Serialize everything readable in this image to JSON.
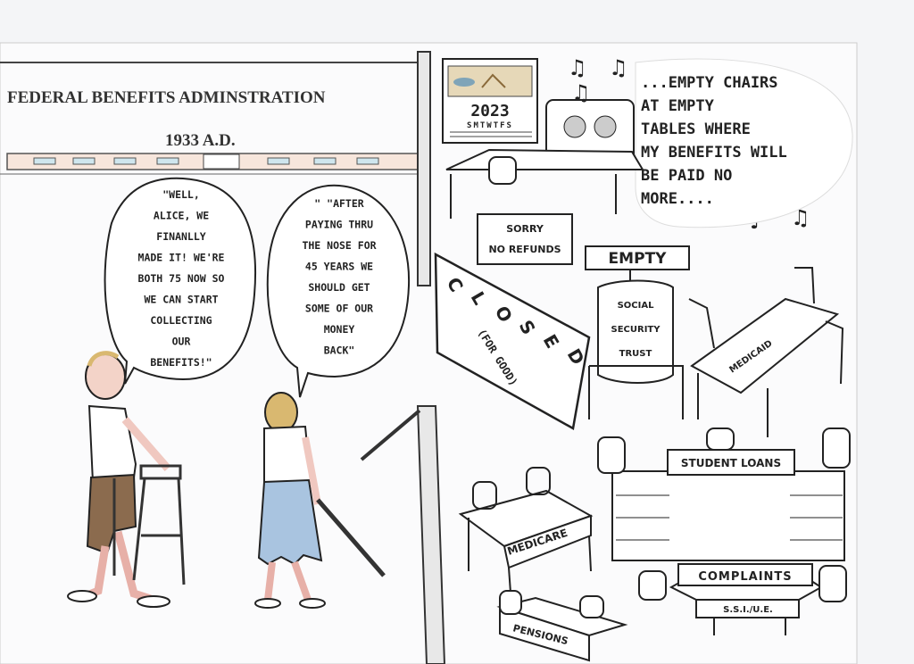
{
  "left_panel": {
    "title": "FEDERAL BENEFITS ADMINSTRATION",
    "year": "1933 A.D.",
    "man_bubble": [
      "\"WELL,",
      "ALICE, WE",
      "FINANLLY",
      "MADE IT! WE'RE",
      "BOTH 75 NOW SO",
      "WE CAN START",
      "COLLECTING",
      "OUR",
      "BENEFITS!\""
    ],
    "woman_bubble": [
      "\" \"AFTER",
      "PAYING THRU",
      "THE NOSE FOR",
      "45 YEARS WE",
      "SHOULD GET",
      "SOME OF OUR",
      "MONEY",
      "BACK\""
    ]
  },
  "right_panel": {
    "calendar_year": "2023",
    "calendar_days": "SMTWTFS",
    "radio_bubble": [
      "...EMPTY CHAIRS",
      "AT EMPTY",
      "TABLES WHERE",
      "MY BENEFITS WILL",
      "BE PAID NO",
      "MORE...."
    ],
    "signs": {
      "no_refunds": [
        "SORRY",
        "NO REFUNDS"
      ],
      "empty": "EMPTY",
      "closed": [
        "C",
        "L",
        "O",
        "S",
        "E",
        "D"
      ],
      "for_good": "(FOR GOOD)",
      "trust": [
        "SOCIAL",
        "SECURITY",
        "TRUST"
      ],
      "medicaid": "MEDICAID",
      "student_loans": "STUDENT LOANS",
      "medicare": "MEDICARE",
      "complaints": "COMPLAINTS",
      "ssiue": "S.S.I./U.E.",
      "pensions": "PENSIONS"
    }
  },
  "colors": {
    "paper": "#f4f5f7",
    "ink": "#222222",
    "shorts": "#8b6b4e",
    "skirt": "#a9c4e0",
    "skin": "#f0c8c0",
    "hair": "#d9b870"
  }
}
